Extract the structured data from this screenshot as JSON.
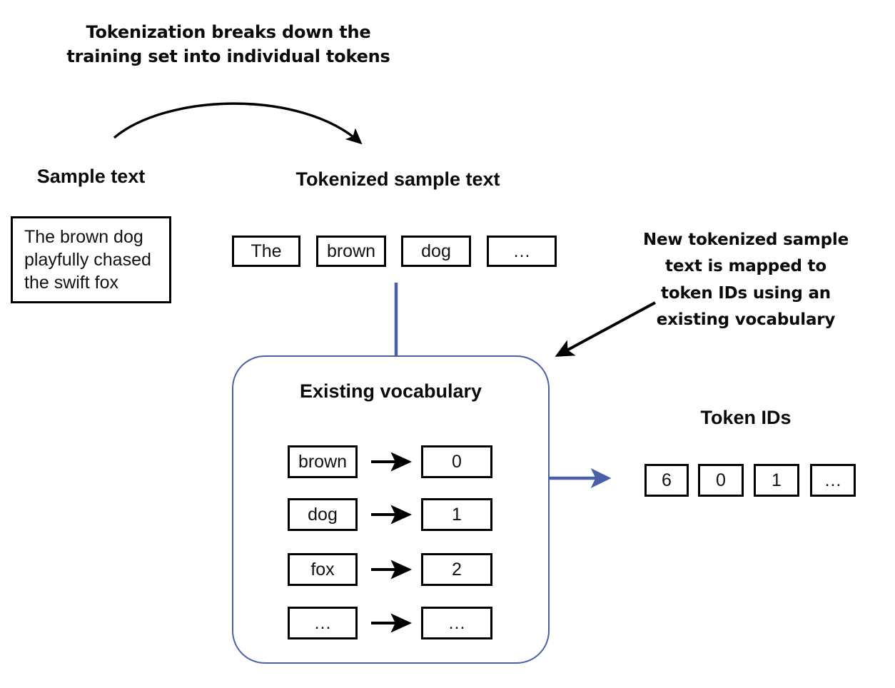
{
  "figure": {
    "title_note_top": "Tokenization breaks down the\ntraining set into individual tokens",
    "note_right": "New tokenized sample\ntext is mapped to\ntoken IDs using an\nexisting vocabulary"
  },
  "sample": {
    "heading": "Sample text",
    "text": "The brown dog\nplayfully chased\nthe swift fox"
  },
  "tokenized": {
    "heading": "Tokenized sample text",
    "tokens": [
      "The",
      "brown",
      "dog",
      "…"
    ]
  },
  "vocabulary": {
    "heading": "Existing vocabulary",
    "rows": [
      {
        "word": "brown",
        "id": "0"
      },
      {
        "word": "dog",
        "id": "1"
      },
      {
        "word": "fox",
        "id": "2"
      },
      {
        "word": "…",
        "id": "…"
      }
    ]
  },
  "token_ids": {
    "heading": "Token IDs",
    "values": [
      "6",
      "0",
      "1",
      "…"
    ]
  },
  "colors": {
    "accent_blue": "#4a5fa5",
    "ink": "#000000",
    "background": "#ffffff"
  },
  "icons": {
    "curved_arrow": "curved-arrow-icon",
    "straight_arrow": "arrow-right-icon",
    "diagonal_arrow": "arrow-down-left-icon",
    "blue_connector": "blue-connector-icon",
    "blue_arrow": "blue-arrow-right-icon"
  }
}
